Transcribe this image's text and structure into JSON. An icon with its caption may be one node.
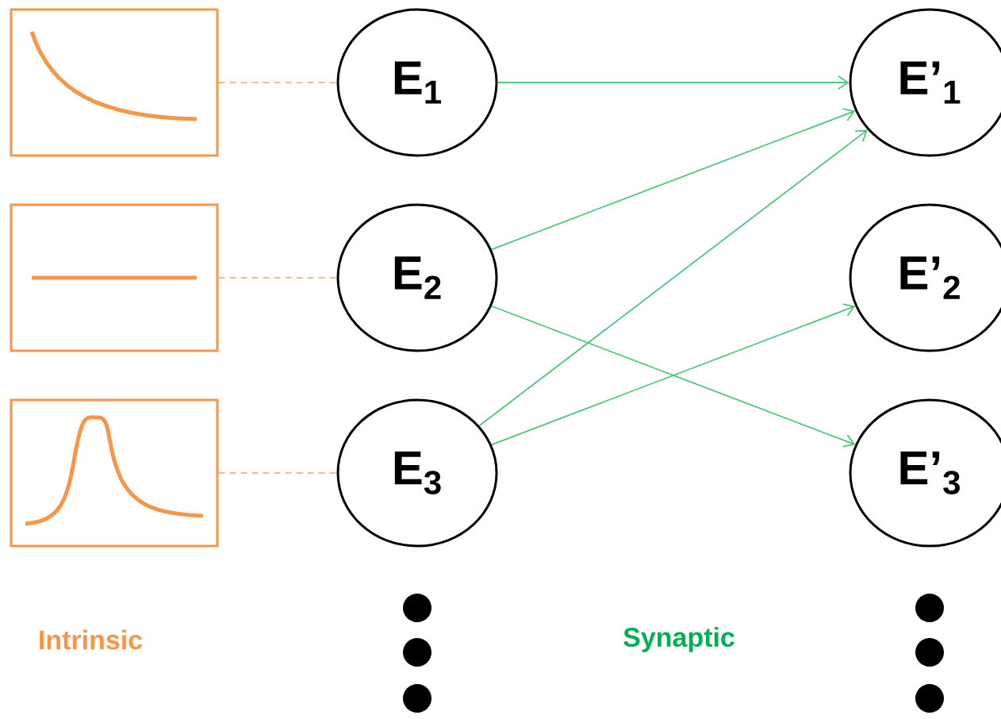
{
  "diagram": {
    "nodes": [
      {
        "text": [],
        "shape": "box"
      },
      {
        "text": [],
        "shape": "box"
      },
      {
        "text": [],
        "shape": "box"
      },
      {
        "text": [
          "E$_{1}$"
        ]
      },
      {
        "text": [
          "E$_{2}$"
        ]
      },
      {
        "text": [
          "E$_{3}$"
        ]
      },
      {
        "text": [
          "E’$_{1}$"
        ]
      },
      {
        "text": [
          "E’$_{2}$"
        ]
      },
      {
        "text": [
          "E’$_{3}$"
        ]
      }
    ],
    "edges": [
      {
        "from": 0,
        "to": 3,
        "arrow": "none",
        "style": "dashed",
        "color": "#f8b88a"
      },
      {
        "from": 1,
        "to": 4,
        "arrow": "none",
        "style": "dashed",
        "color": "#f8b88a"
      },
      {
        "from": 2,
        "to": 5,
        "arrow": "none",
        "style": "dashed",
        "color": "#f8b88a"
      },
      {
        "from": 3,
        "to": 6,
        "arrow": "to"
      },
      {
        "from": 4,
        "to": 6,
        "arrow": "to"
      },
      {
        "from": 4,
        "to": 8,
        "arrow": "to"
      },
      {
        "from": 5,
        "to": 6,
        "arrow": "to"
      },
      {
        "from": 5,
        "to": 7,
        "arrow": "to"
      }
    ],
    "labels": [
      "Intrinsic",
      "Synaptic"
    ]
  }
}
